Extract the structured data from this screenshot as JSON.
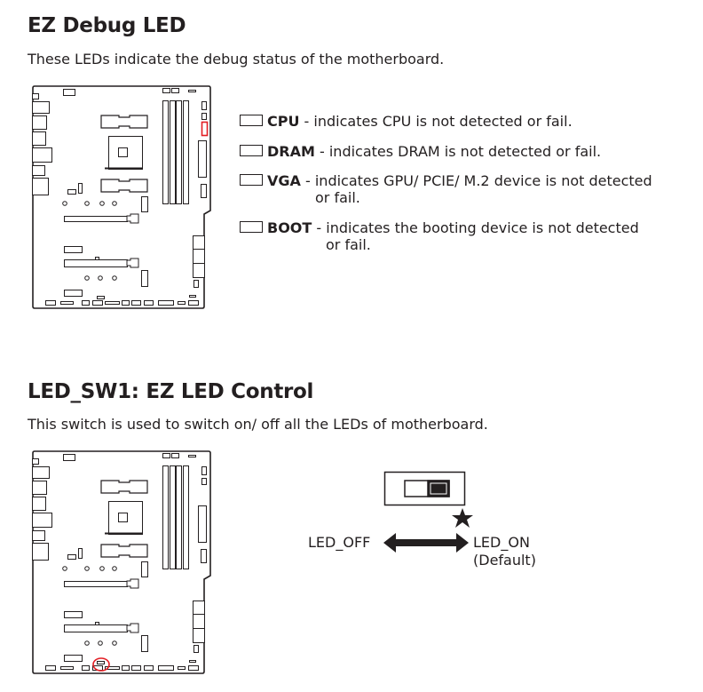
{
  "section1": {
    "title": "EZ Debug LED",
    "description": "These LEDs indicate the debug status of the motherboard.",
    "items": [
      {
        "name": "CPU",
        "text": " - indicates CPU is not detected or fail.",
        "text2": ""
      },
      {
        "name": "DRAM",
        "text": " - indicates DRAM is not detected or fail.",
        "text2": ""
      },
      {
        "name": "VGA",
        "text": " - indicates GPU/ PCIE/ M.2 device is not detected",
        "text2": "or fail."
      },
      {
        "name": "BOOT",
        "text": " - indicates the booting device is not detected",
        "text2": "or fail."
      }
    ]
  },
  "section2": {
    "title": "LED_SW1: EZ LED Control",
    "description": "This switch is used to switch on/ off all the LEDs of motherboard.",
    "off_label": "LED_OFF",
    "on_label": "LED_ON",
    "default_label": "(Default)"
  },
  "colors": {
    "highlight": "#e31e24",
    "ink": "#231f20"
  }
}
